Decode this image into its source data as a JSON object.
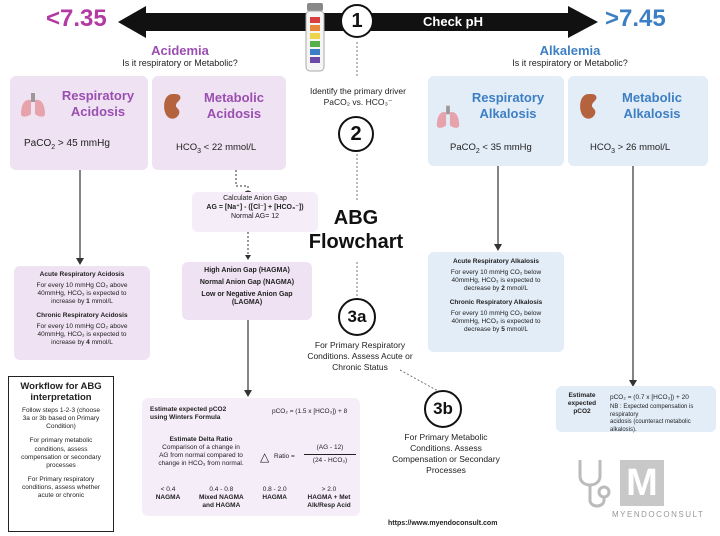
{
  "top": {
    "left_value": "<7.35",
    "right_value": ">7.45",
    "check_ph": "Check pH",
    "step1": "1"
  },
  "acidemia": {
    "title": "Acidemia",
    "question": "Is it respiratory or Metabolic?"
  },
  "alkalemia": {
    "title": "Alkalemia",
    "question": "Is it respiratory or Metabolic?"
  },
  "resp_acidosis": {
    "title_line1": "Respiratory",
    "title_line2": "Acidosis",
    "pre": "PaCO",
    "sub": "2",
    "post": " > 45 mmHg"
  },
  "met_acidosis": {
    "title_line1": "Metabolic",
    "title_line2": "Acidosis",
    "pre": "HCO",
    "sub": "3",
    "post": " < 22 mmol/L"
  },
  "resp_alkalosis": {
    "title_line1": "Respiratory",
    "title_line2": "Alkalosis",
    "pre": "PaCO",
    "sub": "2",
    "post": " < 35 mmHg"
  },
  "met_alkalosis": {
    "title_line1": "Metabolic",
    "title_line2": "Alkalosis",
    "pre": "HCO",
    "sub": "3",
    "post": " > 26 mmol/L"
  },
  "driver": {
    "line1": "Identify the primary driver",
    "line2": "PaCO₂ vs. HCO₃⁻",
    "step2": "2"
  },
  "center_title": {
    "line1": "ABG",
    "line2": "Flowchart"
  },
  "anion_gap": {
    "title": "Calculate Anion Gap",
    "formula": "AG = [Na⁺] - ([Cl⁻] + [HCO₃⁻])",
    "normal": "Normal AG= 12"
  },
  "gap_types": {
    "hagma": "High Anion Gap (HAGMA)",
    "nagma": "Normal Anion Gap (NAGMA)",
    "lagma_1": "Low or Negative Anion Gap",
    "lagma_2": "(LAGMA)"
  },
  "resp_acid_box": {
    "acute_title": "Acute Respiratory Acidosis",
    "acute_l1": "For every 10 mmHg CO₂ above",
    "acute_l2": "40mmHg, HCO₃ is expected to",
    "acute_l3_pre": "increase by ",
    "acute_l3_num": "1",
    "acute_l3_post": " mmol/L",
    "chronic_title": "Chronic Respiratory Acidosis",
    "chronic_l1": "For every 10 mmHg CO₂ above",
    "chronic_l2": "40mmHg, HCO₃ is expected to",
    "chronic_l3_pre": "increase by ",
    "chronic_l3_num": "4",
    "chronic_l3_post": " mmol/L"
  },
  "resp_alk_box": {
    "acute_title": "Acute Respiratory Alkalosis",
    "acute_l1": "For every 10 mmHg CO₂ below",
    "acute_l2": "40mmHg, HCO₃ is expected to",
    "acute_l3_pre": "decrease by ",
    "acute_l3_num": "2",
    "acute_l3_post": " mmol/L",
    "chronic_title": "Chronic Respiratory Alkalosis",
    "chronic_l1": "For every 10 mmHg CO₂ below",
    "chronic_l2": "40mmHg, HCO₃ is expected to",
    "chronic_l3_pre": "decrease by ",
    "chronic_l3_num": "5",
    "chronic_l3_post": " mmol/L"
  },
  "step3a": {
    "label": "3a",
    "text_l1": "For Primary Respiratory",
    "text_l2": "Conditions. Assess Acute or",
    "text_l3": "Chronic Status"
  },
  "step3b": {
    "label": "3b",
    "text_l1": "For Primary Metabolic",
    "text_l2": "Conditions. Assess",
    "text_l3": "Compensation or Secondary",
    "text_l4": "Processes"
  },
  "workflow": {
    "title_l1": "Workflow for ABG",
    "title_l2": "interpretation",
    "p1_l1": "Follow steps 1-2-3 (choose",
    "p1_l2": "3a or 3b based on Primary",
    "p1_l3": "Condition)",
    "p2_l1": "For primary metabolic",
    "p2_l2": "conditions, assess",
    "p2_l3": "compensation or secondary",
    "p2_l4": "processes",
    "p3_l1": "For Primary respiratory",
    "p3_l2": "conditions, assess whether",
    "p3_l3": "acute or chronic"
  },
  "winters": {
    "label_l1": "Estimate expected pCO2",
    "label_l2": "using Winters Formula",
    "formula": "pCO₂ = (1.5 x [HCO₃]) + 8"
  },
  "delta": {
    "title": "Estimate Delta Ratio",
    "desc_l1": "Comparison of a change in",
    "desc_l2": "AG from normal compared to",
    "desc_l3": "change in HCO₃ from normal.",
    "symbol": "△",
    "ratio_label": "Ratio =",
    "numerator": "(AG - 12)",
    "denominator": "(24 - HCO₃)"
  },
  "delta_ranges": [
    {
      "range": "< 0.4",
      "label_l1": "NAGMA",
      "label_l2": ""
    },
    {
      "range": "0.4 - 0.8",
      "label_l1": "Mixed NAGMA",
      "label_l2": "and HAGMA"
    },
    {
      "range": "0.8 - 2.0",
      "label_l1": "HAGMA",
      "label_l2": ""
    },
    {
      "range": "> 2.0",
      "label_l1": "HAGMA + Met",
      "label_l2": "Alk/Resp Acid"
    }
  ],
  "met_alk_box": {
    "label_l1": "Estimate",
    "label_l2": "expected pCO2",
    "formula": "pCO₂ = (0.7 x [HCO₃]) + 20",
    "nb_l1": "NB : Expected compensation is respiratory",
    "nb_l2": "acidosis (counteract metabolic alkalosis)."
  },
  "footer": {
    "url": "https://www.myendoconsult.com",
    "brand": "MYENDOCONSULT",
    "logo_letter": "M"
  },
  "colors": {
    "purple": "#9a4fb0",
    "blue": "#3c7fc4",
    "purple_bg": "#efe2f3",
    "blue_bg": "#e3edf8"
  }
}
